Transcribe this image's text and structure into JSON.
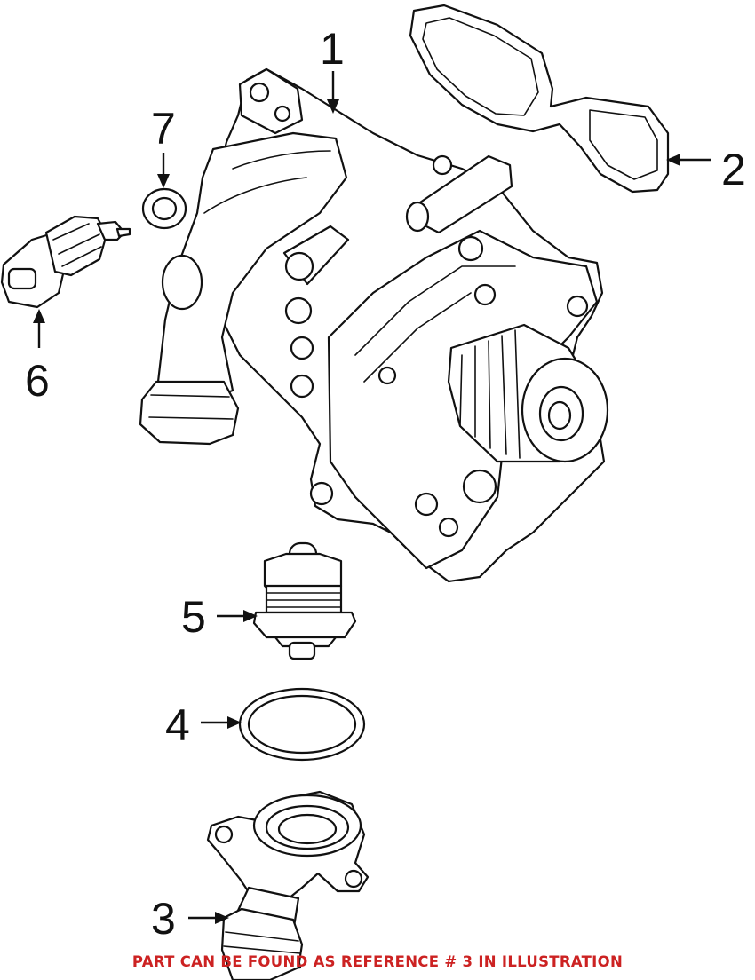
{
  "callouts": [
    {
      "id": "1",
      "label": "1"
    },
    {
      "id": "2",
      "label": "2"
    },
    {
      "id": "3",
      "label": "3"
    },
    {
      "id": "4",
      "label": "4"
    },
    {
      "id": "5",
      "label": "5"
    },
    {
      "id": "6",
      "label": "6"
    },
    {
      "id": "7",
      "label": "7"
    }
  ],
  "footer": {
    "note": "PART CAN BE FOUND AS REFERENCE # 3 IN ILLUSTRATION",
    "note_color": "#cc2222"
  }
}
